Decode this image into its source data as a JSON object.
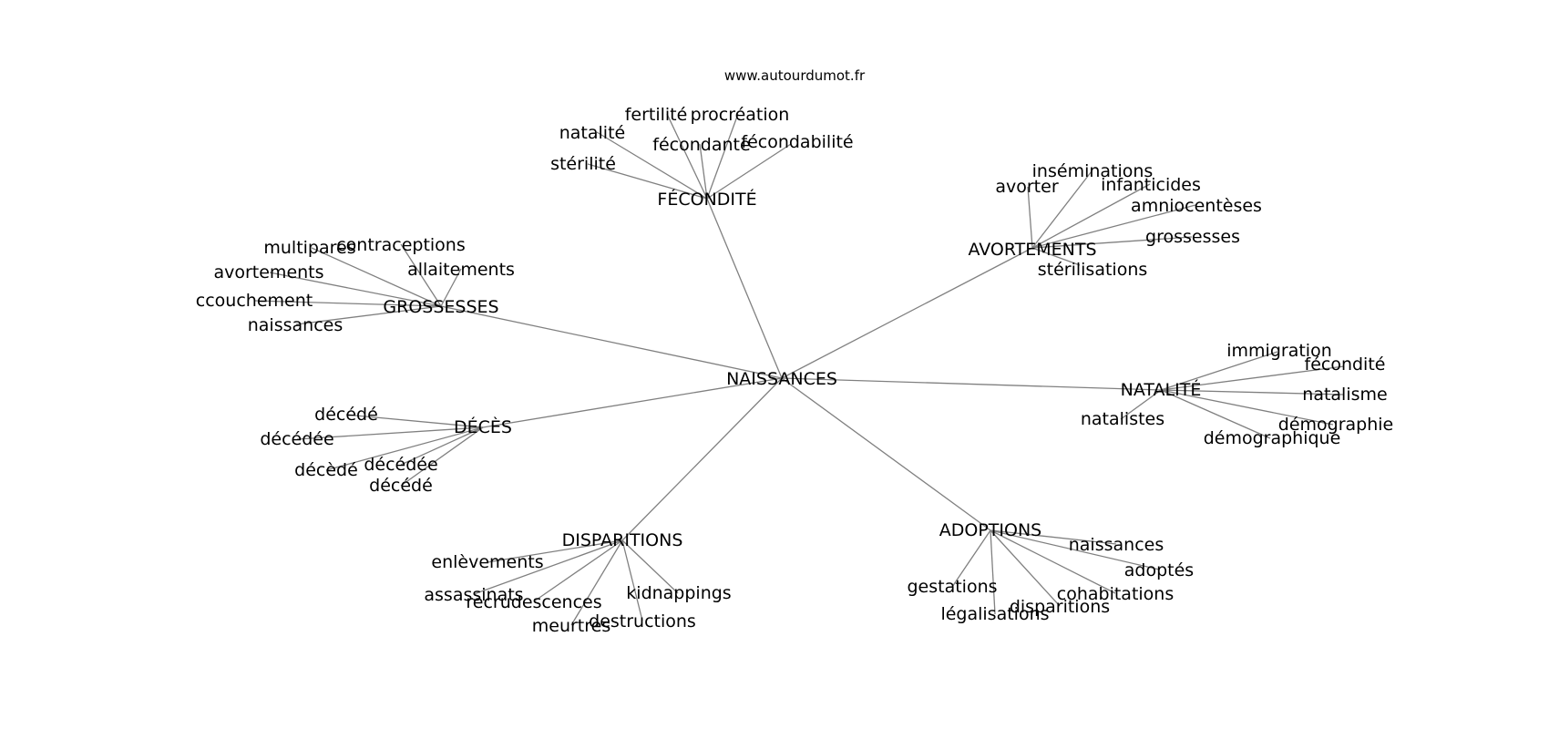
{
  "source": "www.autourdumot.fr",
  "colors": {
    "edge": "#808080",
    "text": "#000000",
    "background": "#ffffff"
  },
  "center": {
    "id": "naissances",
    "label": "NAISSANCES"
  },
  "groups": [
    {
      "id": "fecondite",
      "label": "FÉCONDITÉ",
      "children": [
        "fertilité",
        "procréation",
        "natalité",
        "fécondante",
        "fécondabilité",
        "stérilité"
      ]
    },
    {
      "id": "avortements",
      "label": "AVORTEMENTS",
      "children": [
        "inséminations",
        "avorter",
        "infanticides",
        "amniocentèses",
        "grossesses",
        "stérilisations"
      ]
    },
    {
      "id": "grossesses",
      "label": "GROSSESSES",
      "children": [
        "multipares",
        "contraceptions",
        "allaitements",
        "avortements",
        "ccouchement",
        "naissances"
      ]
    },
    {
      "id": "natalite",
      "label": "NATALITÉ",
      "children": [
        "immigration",
        "fécondité",
        "natalisme",
        "démographie",
        "démographique",
        "natalistes"
      ]
    },
    {
      "id": "deces",
      "label": "DÉCÈS",
      "children": [
        "décédé",
        "décédée",
        "décèdé",
        "décédée",
        "décédé"
      ]
    },
    {
      "id": "disparitions",
      "label": "DISPARITIONS",
      "children": [
        "enlèvements",
        "assassinats",
        "recrudescences",
        "kidnappings",
        "meurtres",
        "destructions"
      ]
    },
    {
      "id": "adoptions",
      "label": "ADOPTIONS",
      "children": [
        "naissances",
        "adoptés",
        "gestations",
        "cohabitations",
        "disparitions",
        "légalisations"
      ]
    }
  ]
}
